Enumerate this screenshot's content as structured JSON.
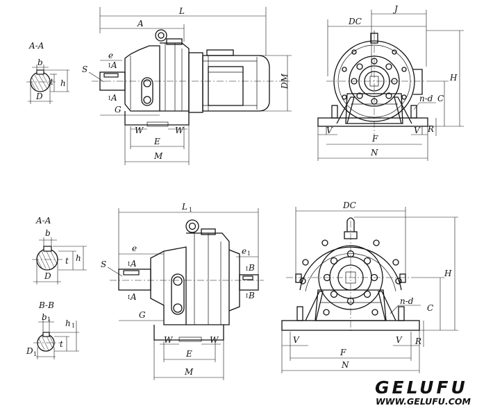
{
  "labels": {
    "L": "L",
    "A": "A",
    "e": "e",
    "S": "S",
    "G": "G",
    "W": "W",
    "E": "E",
    "M": "M",
    "DM": "DM",
    "DC": "DC",
    "J": "J",
    "H": "H",
    "C": "C",
    "R": "R",
    "V": "V",
    "F": "F",
    "N": "N",
    "nd": "n-d",
    "AA": "A-A",
    "BB": "B-B",
    "b": "b",
    "t": "t",
    "h": "h",
    "D": "D",
    "B": "B",
    "one": "1"
  },
  "brand": {
    "name": "GELUFU",
    "url": "WWW.GELUFU.COM"
  }
}
